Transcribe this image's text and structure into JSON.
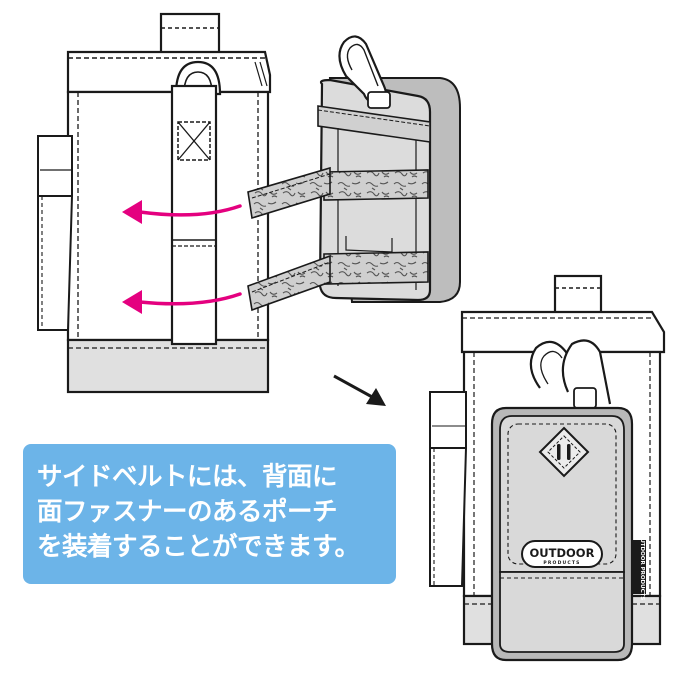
{
  "caption": {
    "lines": [
      "サイドベルトには、背面に",
      "面ファスナーのあるポーチ",
      "を装着することができます。"
    ],
    "background_color": "#6cb4e8",
    "text_color": "#ffffff"
  },
  "logo": {
    "brand": "OUTDOOR",
    "sub": "PRODUCTS"
  },
  "tag_text": "OUTDOOR PRODUCTS",
  "colors": {
    "arrow": "#e4007f",
    "outline": "#1a1a1a",
    "pouch_fill": "#d9d9d9",
    "velcro_fill": "#c9c9c9"
  },
  "icons": {
    "left_arrows": "arrow-left-icon",
    "direction_arrow": "arrow-down-right-icon"
  }
}
